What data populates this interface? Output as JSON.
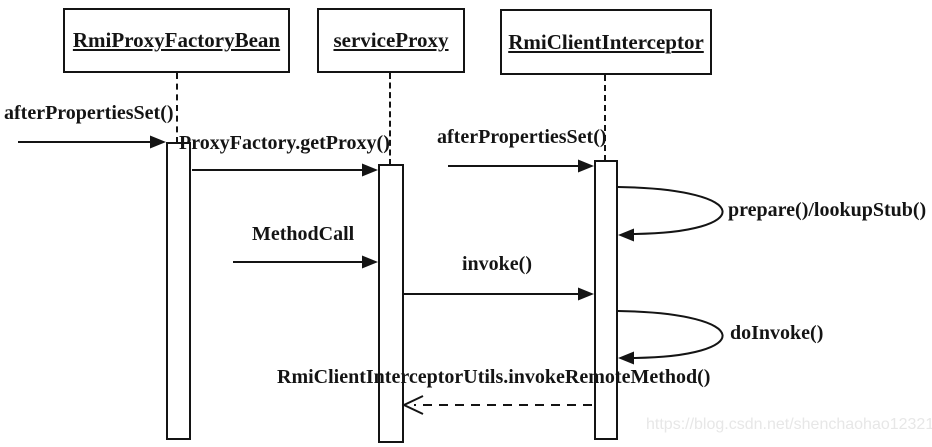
{
  "diagram_type": "uml-sequence-diagram",
  "colors": {
    "background": "#ffffff",
    "line": "#141414",
    "watermark_text": "#e7e7e7"
  },
  "actors": [
    {
      "name": "RmiProxyFactoryBean"
    },
    {
      "name": "serviceProxy"
    },
    {
      "name": "RmiClientInterceptor"
    }
  ],
  "messages": [
    {
      "label": "afterPropertiesSet()",
      "type": "sync-call",
      "from": "external",
      "to": "RmiProxyFactoryBean"
    },
    {
      "label": "ProxyFactory.getProxy()",
      "type": "sync-call",
      "from": "RmiProxyFactoryBean",
      "to": "serviceProxy"
    },
    {
      "label": "afterPropertiesSet()",
      "type": "sync-call",
      "from": "external",
      "to": "RmiClientInterceptor"
    },
    {
      "label": "prepare()/lookupStub()",
      "type": "self-call",
      "on": "RmiClientInterceptor"
    },
    {
      "label": "MethodCall",
      "type": "sync-call",
      "from": "external",
      "to": "serviceProxy"
    },
    {
      "label": "invoke()",
      "type": "sync-call",
      "from": "serviceProxy",
      "to": "RmiClientInterceptor"
    },
    {
      "label": "doInvoke()",
      "type": "self-call",
      "on": "RmiClientInterceptor"
    },
    {
      "label": "RmiClientInterceptorUtils.invokeRemoteMethod()",
      "type": "return",
      "from": "RmiClientInterceptor",
      "to": "serviceProxy"
    }
  ],
  "watermark": {
    "text": "https://blog.csdn.net/shenchaohao12321"
  }
}
